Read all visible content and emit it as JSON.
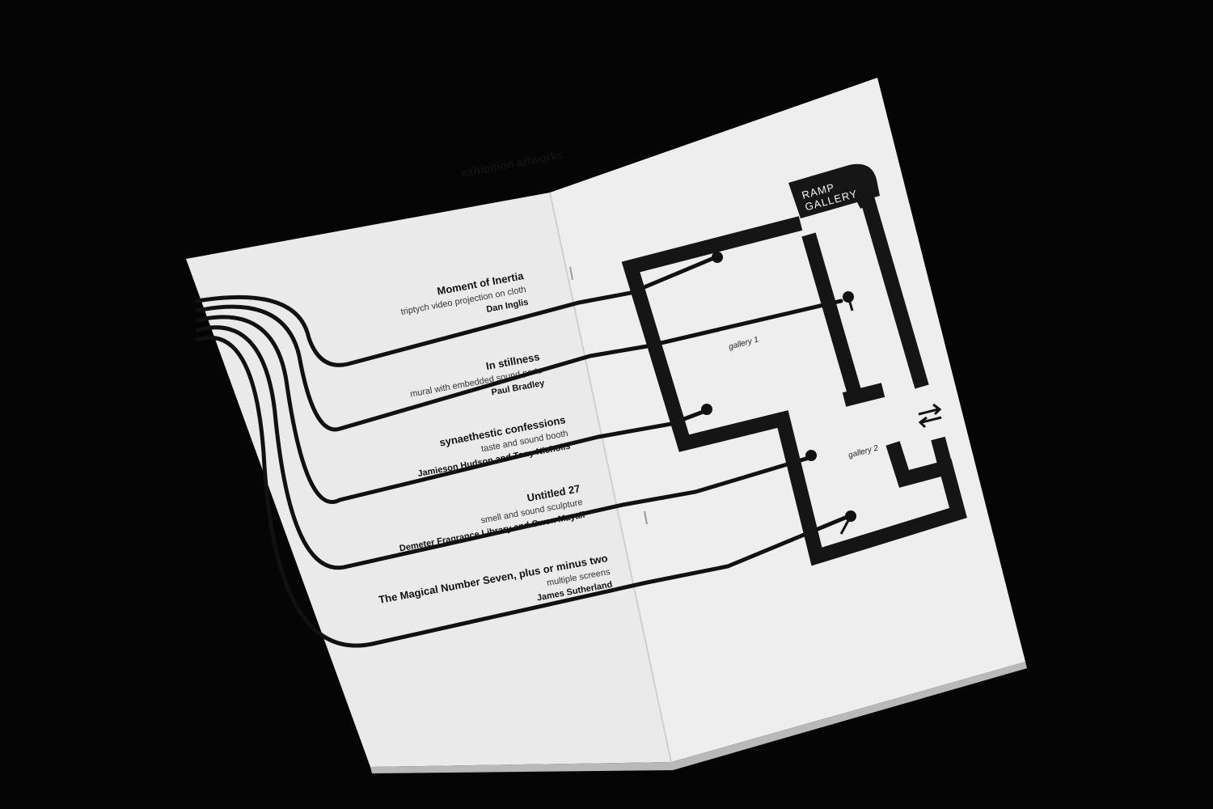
{
  "heading": "exhibition artworks",
  "artworks": [
    {
      "title": "Moment of Inertia",
      "medium": "triptych video projection on cloth",
      "artist": "Dan Inglis"
    },
    {
      "title": "In stillness",
      "medium": "mural with embedded sound ports",
      "artist": "Paul Bradley"
    },
    {
      "title": "synaethestic confessions",
      "medium": "taste and sound booth",
      "artist": "Jamieson Hudson and Tony Nicholls"
    },
    {
      "title": "Untitled 27",
      "medium": "smell and sound sculpture",
      "artist": "Demeter Fragrance Library and Owen Mayall"
    },
    {
      "title": "The Magical Number Seven, plus or minus two",
      "medium": "multiple screens",
      "artist": "James Sutherland"
    }
  ],
  "map": {
    "logo_line1": "RAMP",
    "logo_line2": "GALLERY",
    "gallery1": "gallery 1",
    "gallery2": "gallery 2"
  },
  "colors": {
    "background": "#050505",
    "paper": "#ededed",
    "ink": "#111111"
  }
}
